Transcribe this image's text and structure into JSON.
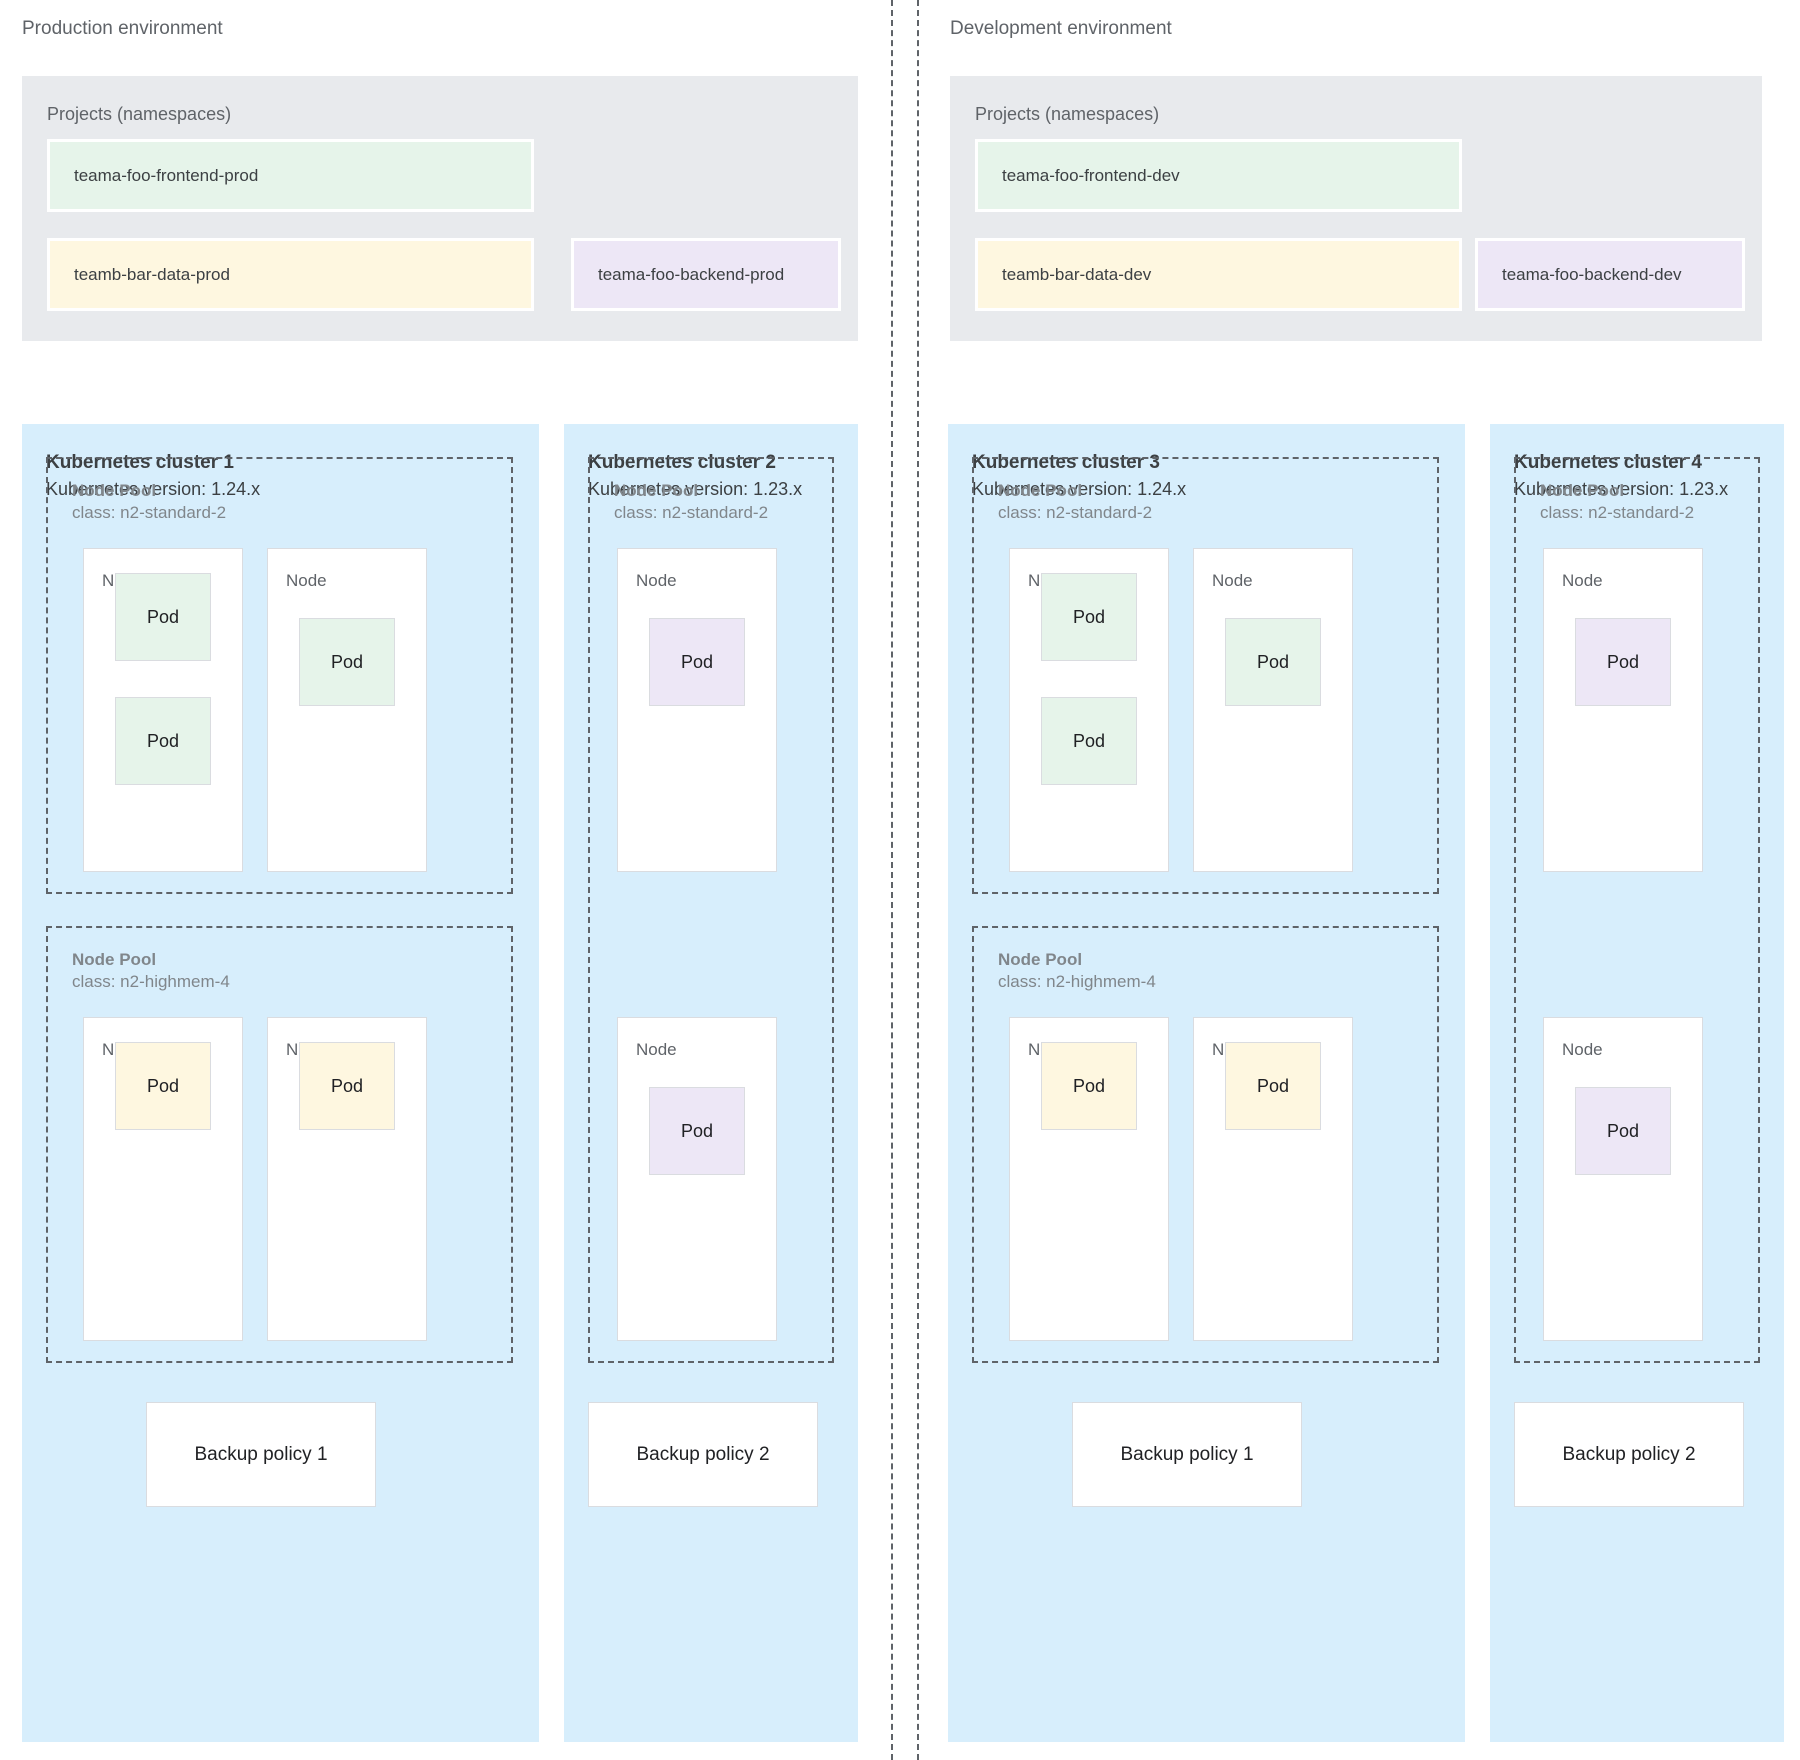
{
  "diagram": {
    "divider_count": 2,
    "pod_label": "Pod",
    "node_label": "Node",
    "node_pool_label": "Node Pool",
    "projects_title": "Projects (namespaces)",
    "colors": {
      "cluster_bg": "#d7eefc",
      "projects_bg": "#e8eaed",
      "pod_green": "#e6f4ea",
      "pod_yellow": "#fef7e0",
      "pod_purple": "#ede7f6",
      "text": "#3c4043",
      "muted_text": "#80868b",
      "dashed_border": "#5f6368"
    }
  },
  "environments": [
    {
      "title": "Production environment",
      "projects": {
        "title": "Projects (namespaces)",
        "namespaces": [
          {
            "name": "teama-foo-frontend-prod",
            "color": "green"
          },
          {
            "name": "teamb-bar-data-prod",
            "color": "yellow"
          },
          {
            "name": "teama-foo-backend-prod",
            "color": "purple"
          }
        ]
      },
      "clusters": [
        {
          "name": "Kubernetes cluster 1",
          "version": "Kubernetes version: 1.24.x",
          "pools": [
            {
              "title": "Node Pool",
              "class": "class: n2-standard-2",
              "nodes": [
                {
                  "label": "Node",
                  "pods": [
                    {
                      "label": "Pod",
                      "color": "green"
                    },
                    {
                      "label": "Pod",
                      "color": "green"
                    }
                  ]
                },
                {
                  "label": "Node",
                  "pods": [
                    {
                      "label": "Pod",
                      "color": "green"
                    }
                  ]
                }
              ]
            },
            {
              "title": "Node Pool",
              "class": "class: n2-highmem-4",
              "nodes": [
                {
                  "label": "Node",
                  "pods": [
                    {
                      "label": "Pod",
                      "color": "yellow"
                    }
                  ]
                },
                {
                  "label": "Node",
                  "pods": [
                    {
                      "label": "Pod",
                      "color": "yellow"
                    }
                  ]
                }
              ]
            }
          ],
          "backup_policy": "Backup policy 1"
        },
        {
          "name": "Kubernetes cluster 2",
          "version": "Kubernetes version: 1.23.x",
          "pools": [
            {
              "title": "Node Pool",
              "class": "class: n2-standard-2",
              "nodes": [
                {
                  "label": "Node",
                  "pods": [
                    {
                      "label": "Pod",
                      "color": "purple"
                    }
                  ]
                },
                {
                  "label": "Node",
                  "pods": [
                    {
                      "label": "Pod",
                      "color": "purple"
                    }
                  ]
                }
              ]
            }
          ],
          "backup_policy": "Backup policy 2"
        }
      ]
    },
    {
      "title": "Development environment",
      "projects": {
        "title": "Projects (namespaces)",
        "namespaces": [
          {
            "name": "teama-foo-frontend-dev",
            "color": "green"
          },
          {
            "name": "teamb-bar-data-dev",
            "color": "yellow"
          },
          {
            "name": "teama-foo-backend-dev",
            "color": "purple"
          }
        ]
      },
      "clusters": [
        {
          "name": "Kubernetes cluster 3",
          "version": "Kubernetes version: 1.24.x",
          "pools": [
            {
              "title": "Node Pool",
              "class": "class: n2-standard-2",
              "nodes": [
                {
                  "label": "Node",
                  "pods": [
                    {
                      "label": "Pod",
                      "color": "green"
                    },
                    {
                      "label": "Pod",
                      "color": "green"
                    }
                  ]
                },
                {
                  "label": "Node",
                  "pods": [
                    {
                      "label": "Pod",
                      "color": "green"
                    }
                  ]
                }
              ]
            },
            {
              "title": "Node Pool",
              "class": "class: n2-highmem-4",
              "nodes": [
                {
                  "label": "Node",
                  "pods": [
                    {
                      "label": "Pod",
                      "color": "yellow"
                    }
                  ]
                },
                {
                  "label": "Node",
                  "pods": [
                    {
                      "label": "Pod",
                      "color": "yellow"
                    }
                  ]
                }
              ]
            }
          ],
          "backup_policy": "Backup policy 1"
        },
        {
          "name": "Kubernetes cluster 4",
          "version": "Kubernetes version: 1.23.x",
          "pools": [
            {
              "title": "Node Pool",
              "class": "class: n2-standard-2",
              "nodes": [
                {
                  "label": "Node",
                  "pods": [
                    {
                      "label": "Pod",
                      "color": "purple"
                    }
                  ]
                },
                {
                  "label": "Node",
                  "pods": [
                    {
                      "label": "Pod",
                      "color": "purple"
                    }
                  ]
                }
              ]
            }
          ],
          "backup_policy": "Backup policy 2"
        }
      ]
    }
  ]
}
